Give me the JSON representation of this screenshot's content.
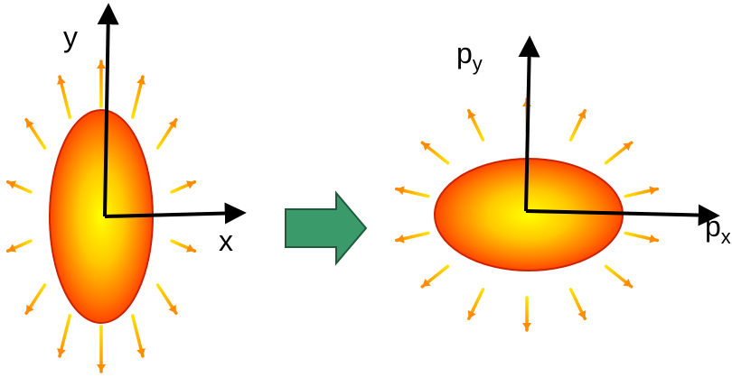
{
  "left_panel": {
    "y_axis_label": "y",
    "x_axis_label": "x"
  },
  "right_panel": {
    "y_axis_label_base": "p",
    "y_axis_label_sub": "y",
    "x_axis_label_base": "p",
    "x_axis_label_sub": "x"
  },
  "transition_arrow": {
    "fill_color": "#3a9a6a",
    "stroke_color": "#1f5a3a"
  },
  "colors": {
    "blob_center": "#ffff00",
    "blob_mid": "#ffb400",
    "blob_edge": "#ff4500",
    "blob_outline": "#cc2200",
    "ray_tip": "#ff8c00",
    "ray_tail": "#ffe100",
    "axis": "#000000"
  },
  "icons": {
    "transition": "right-arrow-icon"
  }
}
